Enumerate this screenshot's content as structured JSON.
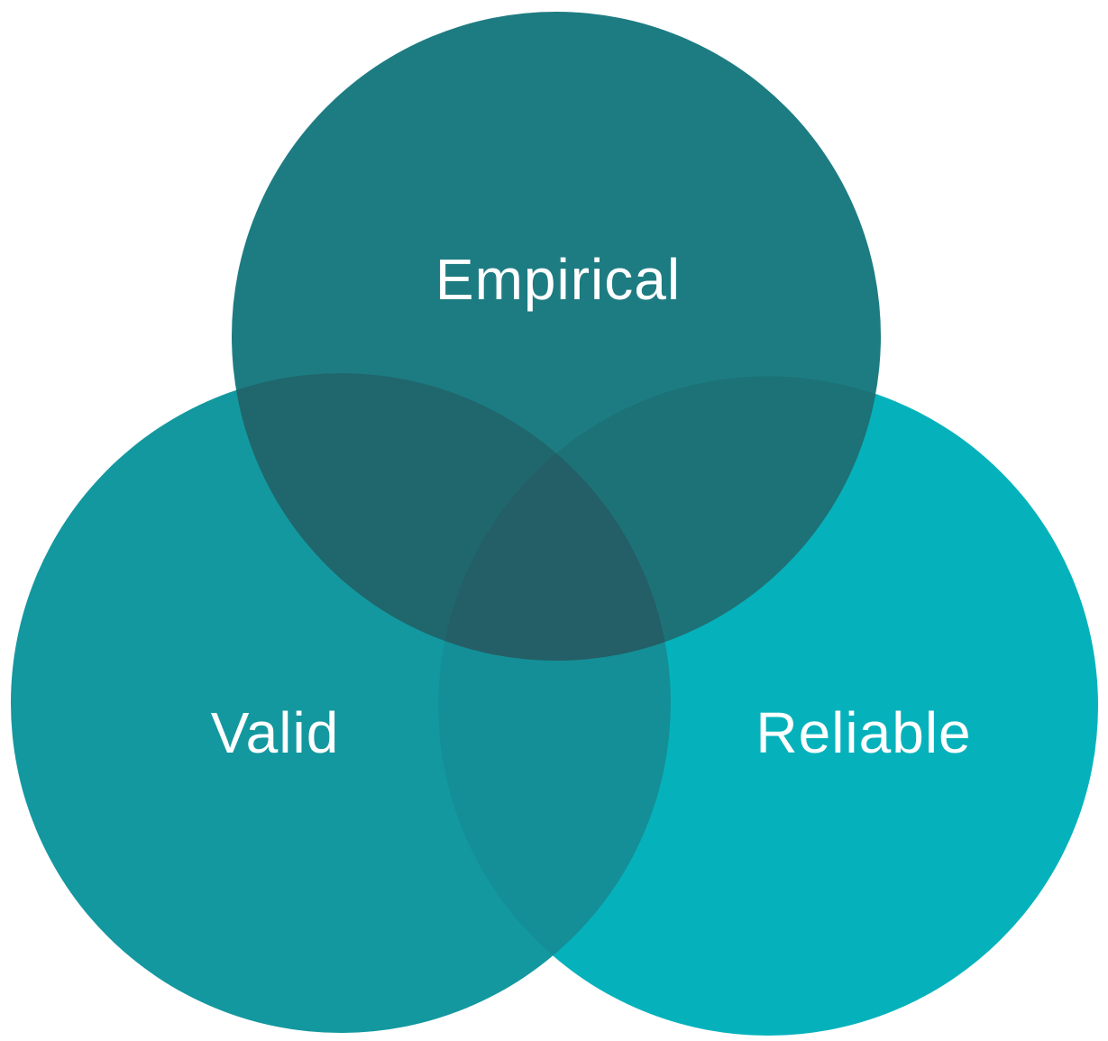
{
  "diagram": {
    "type": "venn",
    "background_color": "#FFFFFF",
    "label_color": "#FFFFFF",
    "sets": [
      {
        "label": "Empirical",
        "color": "#1D7C82"
      },
      {
        "label": "Valid",
        "color": "#13989F"
      },
      {
        "label": "Reliable",
        "color": "#05B2BC"
      }
    ],
    "overlaps": {
      "empirical_valid": "#20666D",
      "empirical_reliable": "#1D7277",
      "valid_reliable": "#148F97",
      "center": "#245E66"
    }
  }
}
